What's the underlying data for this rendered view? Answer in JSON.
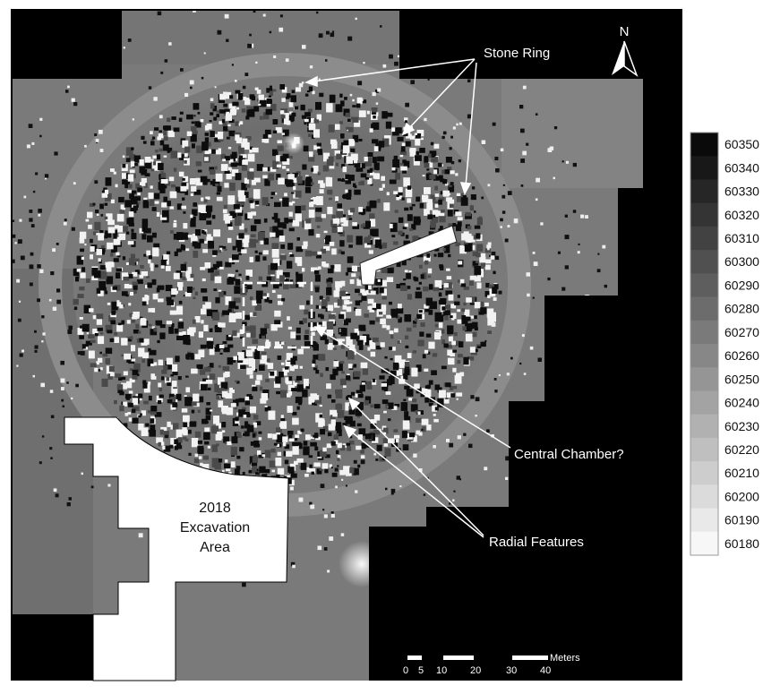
{
  "annotations": {
    "stone_ring": "Stone Ring",
    "central_chamber": "Central Chamber?",
    "radial_features": "Radial Features",
    "excavation_line1": "2018",
    "excavation_line2": "Excavation",
    "excavation_line3": "Area"
  },
  "north_arrow": {
    "label": "N",
    "icon": "north-arrow-icon"
  },
  "scale_bar": {
    "unit": "Meters",
    "ticks": [
      "0",
      "5",
      "10",
      "20",
      "30",
      "40"
    ]
  },
  "legend": {
    "values": [
      "60350",
      "60340",
      "60330",
      "60320",
      "60310",
      "60300",
      "60290",
      "60280",
      "60270",
      "60260",
      "60250",
      "60240",
      "60230",
      "60220",
      "60210",
      "60200",
      "60190",
      "60180"
    ],
    "color_dark": "#0a0a0a",
    "color_light": "#f7f7f7"
  },
  "colors": {
    "background_field": "#7a7a7a",
    "no_data": "#000000",
    "excavation": "#ffffff"
  }
}
